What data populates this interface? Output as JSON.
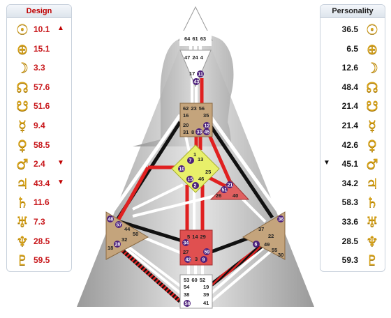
{
  "design": {
    "title": "Design",
    "rows": [
      {
        "icon": "sun-icon",
        "glyph": "☉",
        "value": "10.1",
        "arrow": "▲"
      },
      {
        "icon": "earth-icon",
        "glyph": "⊕",
        "value": "15.1",
        "arrow": ""
      },
      {
        "icon": "moon-icon",
        "glyph": "☽",
        "value": "3.3",
        "arrow": ""
      },
      {
        "icon": "north-node-icon",
        "glyph": "☊",
        "value": "57.6",
        "arrow": ""
      },
      {
        "icon": "south-node-icon",
        "glyph": "☋",
        "value": "51.6",
        "arrow": ""
      },
      {
        "icon": "mercury-icon",
        "glyph": "☿",
        "value": "9.4",
        "arrow": ""
      },
      {
        "icon": "venus-icon",
        "glyph": "♀",
        "value": "58.5",
        "arrow": ""
      },
      {
        "icon": "mars-icon",
        "glyph": "♂",
        "value": "2.4",
        "arrow": "▼"
      },
      {
        "icon": "jupiter-icon",
        "glyph": "♃",
        "value": "43.4",
        "arrow": "▼"
      },
      {
        "icon": "saturn-icon",
        "glyph": "♄",
        "value": "11.6",
        "arrow": ""
      },
      {
        "icon": "uranus-icon",
        "glyph": "♅",
        "value": "7.3",
        "arrow": ""
      },
      {
        "icon": "neptune-icon",
        "glyph": "♆",
        "value": "28.5",
        "arrow": ""
      },
      {
        "icon": "pluto-icon",
        "glyph": "♇",
        "value": "59.5",
        "arrow": ""
      }
    ]
  },
  "personality": {
    "title": "Personality",
    "rows": [
      {
        "icon": "sun-icon",
        "glyph": "☉",
        "value": "36.5",
        "arrow": ""
      },
      {
        "icon": "earth-icon",
        "glyph": "⊕",
        "value": "6.5",
        "arrow": ""
      },
      {
        "icon": "moon-icon",
        "glyph": "☽",
        "value": "12.6",
        "arrow": ""
      },
      {
        "icon": "north-node-icon",
        "glyph": "☊",
        "value": "48.4",
        "arrow": ""
      },
      {
        "icon": "south-node-icon",
        "glyph": "☋",
        "value": "21.4",
        "arrow": ""
      },
      {
        "icon": "mercury-icon",
        "glyph": "☿",
        "value": "21.4",
        "arrow": ""
      },
      {
        "icon": "venus-icon",
        "glyph": "♀",
        "value": "42.6",
        "arrow": ""
      },
      {
        "icon": "mars-icon",
        "glyph": "♂",
        "value": "45.1",
        "arrow": "▼"
      },
      {
        "icon": "jupiter-icon",
        "glyph": "♃",
        "value": "34.2",
        "arrow": ""
      },
      {
        "icon": "saturn-icon",
        "glyph": "♄",
        "value": "58.3",
        "arrow": ""
      },
      {
        "icon": "uranus-icon",
        "glyph": "♅",
        "value": "33.6",
        "arrow": ""
      },
      {
        "icon": "neptune-icon",
        "glyph": "♆",
        "value": "28.5",
        "arrow": ""
      },
      {
        "icon": "pluto-icon",
        "glyph": "♇",
        "value": "59.3",
        "arrow": ""
      }
    ]
  },
  "bodygraph": {
    "head": {
      "gates": [
        "64",
        "61",
        "63"
      ]
    },
    "ajna": {
      "gates": [
        "47",
        "24",
        "4",
        "17",
        "11",
        "43"
      ]
    },
    "throat": {
      "gates": [
        "62",
        "23",
        "56",
        "16",
        "35",
        "20",
        "12",
        "31",
        "8",
        "33",
        "45"
      ]
    },
    "g_center": {
      "gates": [
        "1",
        "7",
        "13",
        "10",
        "25",
        "15",
        "46",
        "2"
      ]
    },
    "heart": {
      "gates": [
        "21",
        "51",
        "26",
        "40"
      ]
    },
    "spleen": {
      "gates": [
        "48",
        "57",
        "44",
        "50",
        "32",
        "28",
        "18"
      ]
    },
    "sacral": {
      "gates": [
        "5",
        "14",
        "29",
        "34",
        "27",
        "59",
        "42",
        "3",
        "9"
      ]
    },
    "solar_plexus": {
      "gates": [
        "36",
        "37",
        "22",
        "6",
        "49",
        "55",
        "30"
      ]
    },
    "root": {
      "gates": [
        "53",
        "60",
        "52",
        "54",
        "19",
        "38",
        "39",
        "58",
        "41"
      ]
    },
    "colors": {
      "defined": "#e02020",
      "black_channel": "#111111",
      "center_tan": "#c4a47c",
      "g_yellow": "#e8f06a",
      "heart_red": "#e06060",
      "sacral_red": "#e05050",
      "active_gate": "#4b1f7a"
    }
  }
}
